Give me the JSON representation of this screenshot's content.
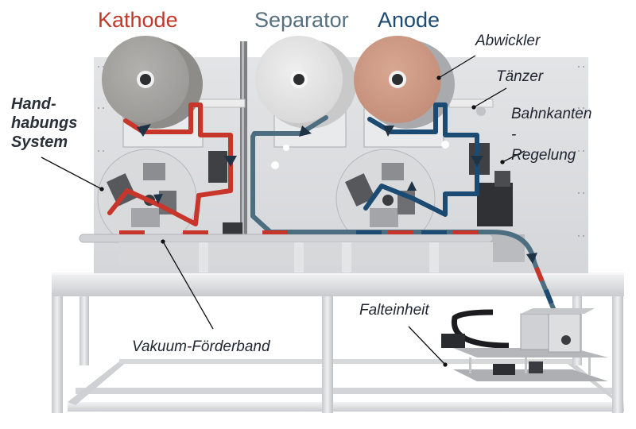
{
  "figure": {
    "description": "Laboratory Z-folding stacking machine with cathode, separator and anode unwinding stations",
    "material_titles": [
      {
        "id": "kathode",
        "label": "Kathode",
        "color": "#c0392b"
      },
      {
        "id": "separator",
        "label": "Separator",
        "color": "#56707f"
      },
      {
        "id": "anode",
        "label": "Anode",
        "color": "#1b4b72"
      }
    ],
    "annotations": {
      "abwickler": "Abwickler",
      "taenzer": "Tänzer",
      "bahnkanten_1": "Bahnkanten",
      "bahnkanten_2": "-",
      "bahnkanten_3": "Regelung",
      "handhabung_1": "Hand-",
      "handhabung_2": "habungs",
      "handhabung_3": "System",
      "vakuum": "Vakuum-Förderband",
      "falteinheit": "Falteinheit"
    },
    "colors": {
      "cathode_path": "#c8352b",
      "separator_path": "#4d6e80",
      "anode_path": "#1b4a72",
      "cathode_roll": "#a7a5a2",
      "separator_roll": "#e4e4e4",
      "anode_roll": "#d19b86",
      "panel": "#dcdddf",
      "frame": "#e6e7e9",
      "leader": "#111111"
    }
  }
}
